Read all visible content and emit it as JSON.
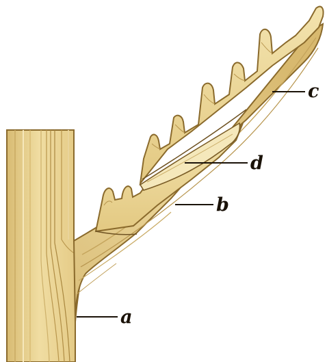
{
  "labels": {
    "a": "a",
    "b": "b",
    "c": "c",
    "d": "d"
  },
  "colors": {
    "wood_base": "#e8d293",
    "wood_dark": "#c7a85c",
    "wood_light": "#f4e6b4",
    "outline": "#8a6a2c",
    "ink": "#1a1208"
  }
}
